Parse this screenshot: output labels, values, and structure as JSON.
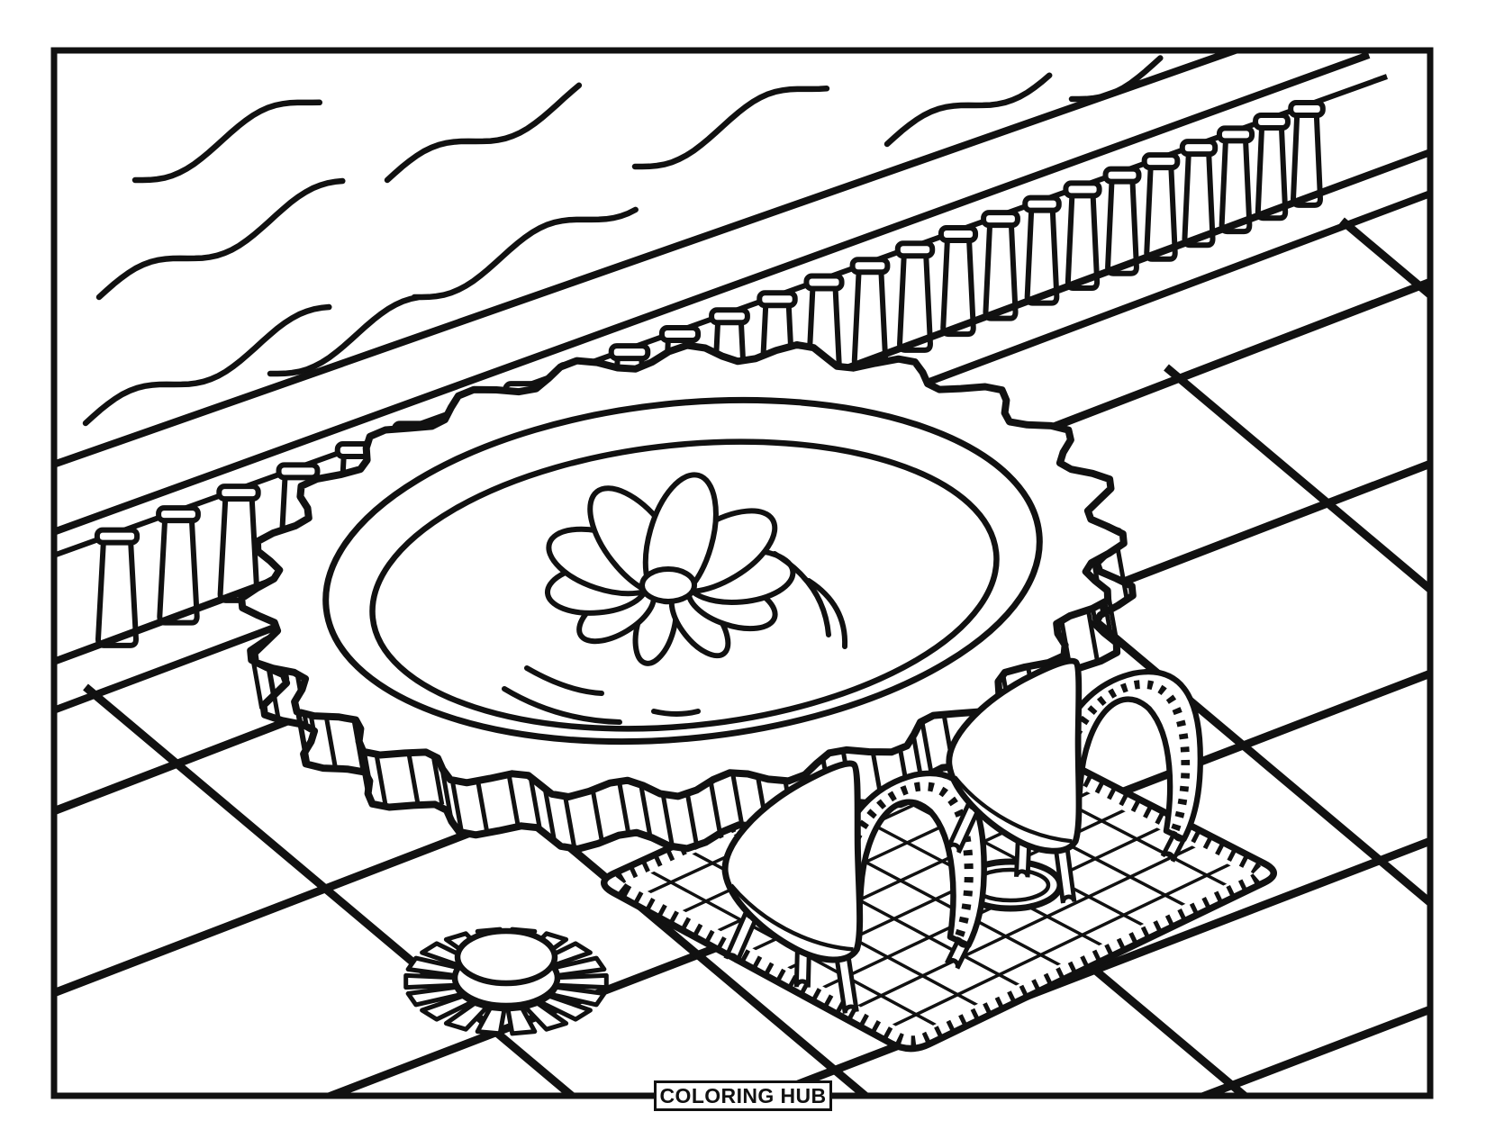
{
  "page": {
    "background": "#ffffff",
    "ink": "#111111",
    "kind": "coloring-book-page"
  },
  "footer": {
    "brand_label": "COLORING HUB"
  },
  "scene": {
    "description": "Black-and-white line-art coloring page: oval scalloped fountain pool with a flower-shaped fountain and ripples, balustrade railing in front of wavy water, tiled terrace floor, two arch-back patio chairs on a gridded mat with a round plate, and a shell-like drain cap on the tiles.",
    "elements": [
      "page-border-frame",
      "water-waves",
      "balustrade-railing",
      "tile-floor",
      "picnic-mat",
      "fountain-pool",
      "fountain-flower",
      "water-ripples",
      "shell-drain-cap",
      "round-plate",
      "patio-chair-left",
      "patio-chair-right",
      "brand-label-box"
    ]
  }
}
